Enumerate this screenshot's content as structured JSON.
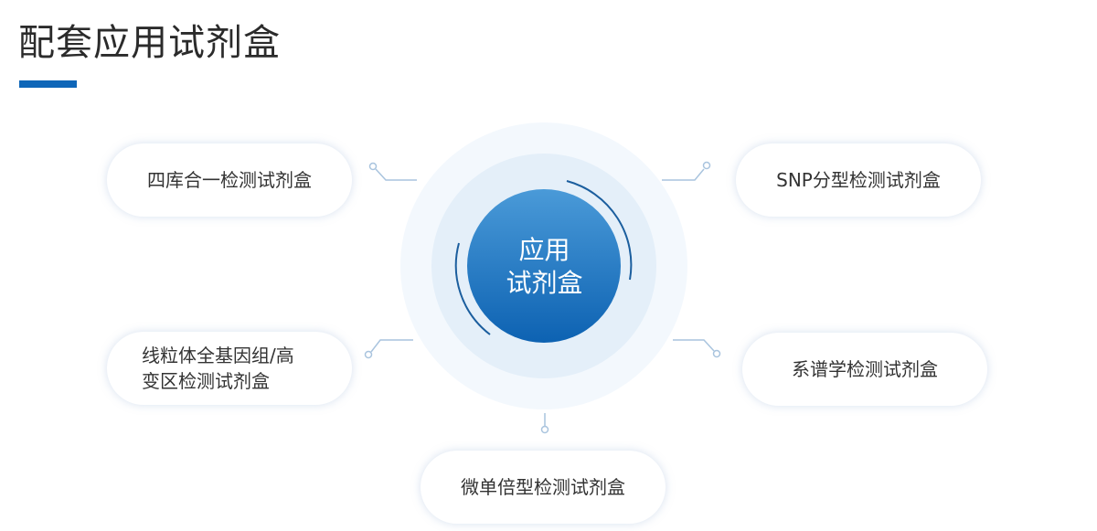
{
  "title": "配套应用试剂盒",
  "center": {
    "line1": "应用",
    "line2": "试剂盒"
  },
  "kits": [
    {
      "label": "四库合一检测试剂盒"
    },
    {
      "label": "SNP分型检测试剂盒"
    },
    {
      "line1": "线粒体全基因组/高",
      "line2": "变区检测试剂盒"
    },
    {
      "label": "系谱学检测试剂盒"
    },
    {
      "label": "微单倍型检测试剂盒"
    }
  ],
  "colors": {
    "accent": "#0e66b8",
    "connector": "#a9c4de"
  }
}
